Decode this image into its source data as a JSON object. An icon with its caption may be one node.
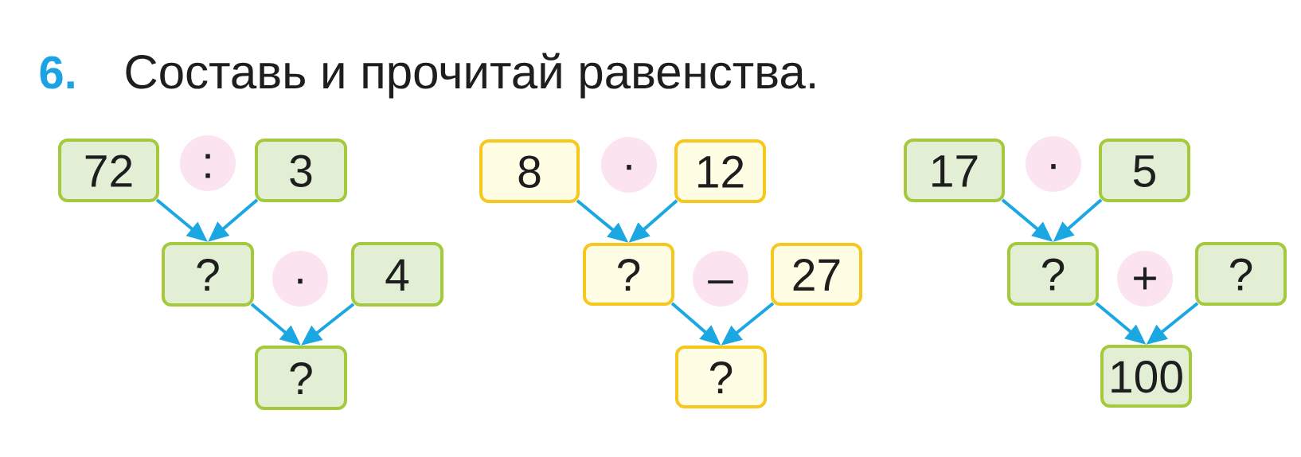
{
  "diagram": {
    "title": "Составь и прочитай равенства.",
    "nodes": [
      {
        "text": [
          "72"
        ]
      },
      {
        "text": [
          ":"
        ]
      },
      {
        "text": [
          "3"
        ]
      },
      {
        "text": [
          "?"
        ]
      },
      {
        "text": [
          "·"
        ]
      },
      {
        "text": [
          "4"
        ]
      },
      {
        "text": [
          "?"
        ]
      },
      {
        "text": [
          "8"
        ]
      },
      {
        "text": [
          "·"
        ]
      },
      {
        "text": [
          "12"
        ]
      },
      {
        "text": [
          "?"
        ]
      },
      {
        "text": [
          "–"
        ]
      },
      {
        "text": [
          "27"
        ]
      },
      {
        "text": [
          "?"
        ]
      },
      {
        "text": [
          "17"
        ]
      },
      {
        "text": [
          "·"
        ]
      },
      {
        "text": [
          "5"
        ]
      },
      {
        "text": [
          "?"
        ]
      },
      {
        "text": [
          "+"
        ]
      },
      {
        "text": [
          "?"
        ]
      },
      {
        "text": [
          "100"
        ]
      }
    ],
    "edges": [
      {
        "from": 0,
        "to": 3,
        "arrow": "to"
      },
      {
        "from": 2,
        "to": 3,
        "arrow": "to"
      },
      {
        "from": 3,
        "to": 6,
        "arrow": "to"
      },
      {
        "from": 5,
        "to": 6,
        "arrow": "to"
      },
      {
        "from": 7,
        "to": 10,
        "arrow": "to"
      },
      {
        "from": 9,
        "to": 10,
        "arrow": "to"
      },
      {
        "from": 10,
        "to": 13,
        "arrow": "to"
      },
      {
        "from": 12,
        "to": 13,
        "arrow": "to"
      },
      {
        "from": 14,
        "to": 17,
        "arrow": "to"
      },
      {
        "from": 16,
        "to": 17,
        "arrow": "to"
      },
      {
        "from": 17,
        "to": 20,
        "arrow": "to"
      },
      {
        "from": 19,
        "to": 20,
        "arrow": "to"
      }
    ],
    "labels": [
      "6."
    ]
  }
}
